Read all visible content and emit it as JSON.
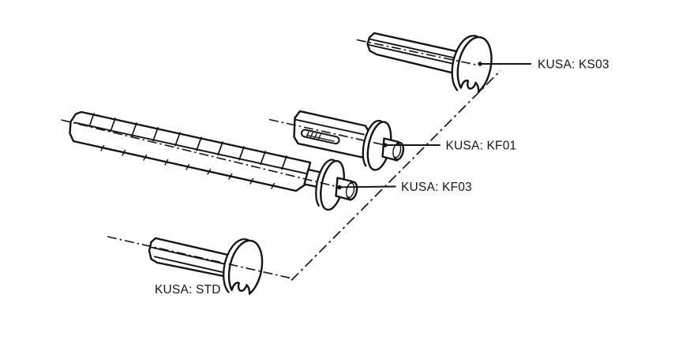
{
  "diagram": {
    "labels": {
      "ks03": "KUSA: KS03",
      "kf01": "KUSA: KF01",
      "kf03": "KUSA: KF03",
      "std": "KUSA: STD"
    },
    "colors": {
      "line": "#141414",
      "background": "#ffffff",
      "label_text": "#161616"
    }
  }
}
